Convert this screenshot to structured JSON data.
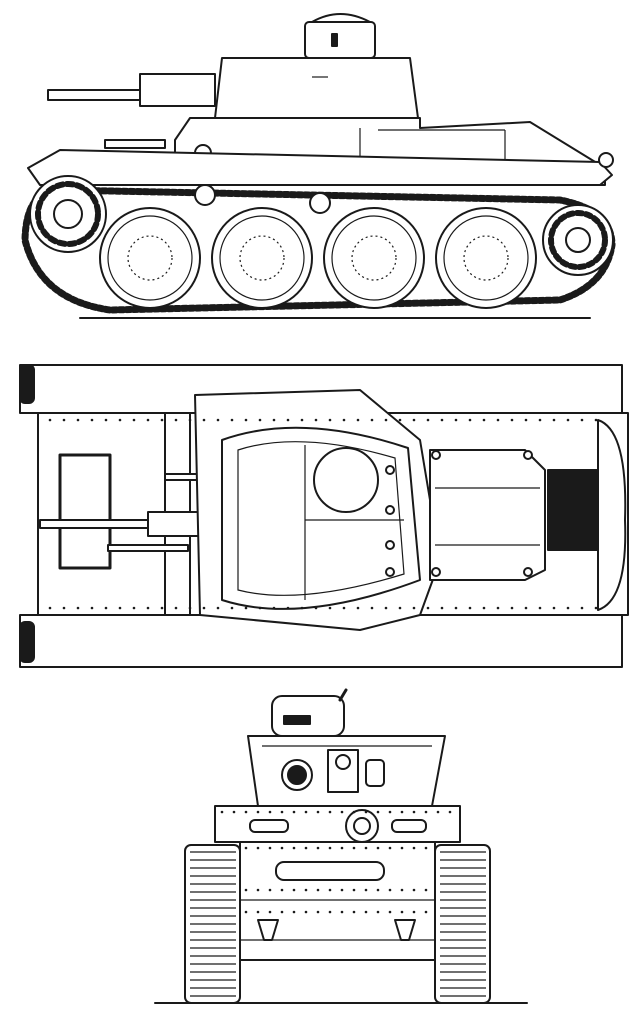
{
  "drawing": {
    "views": [
      {
        "id": "side",
        "name": "side-elevation"
      },
      {
        "id": "top",
        "name": "top-plan"
      },
      {
        "id": "front",
        "name": "front-elevation"
      }
    ],
    "colors": {
      "ink": "#1a1a1a",
      "paper": "#ffffff",
      "grille": "#1a1a1a"
    }
  }
}
